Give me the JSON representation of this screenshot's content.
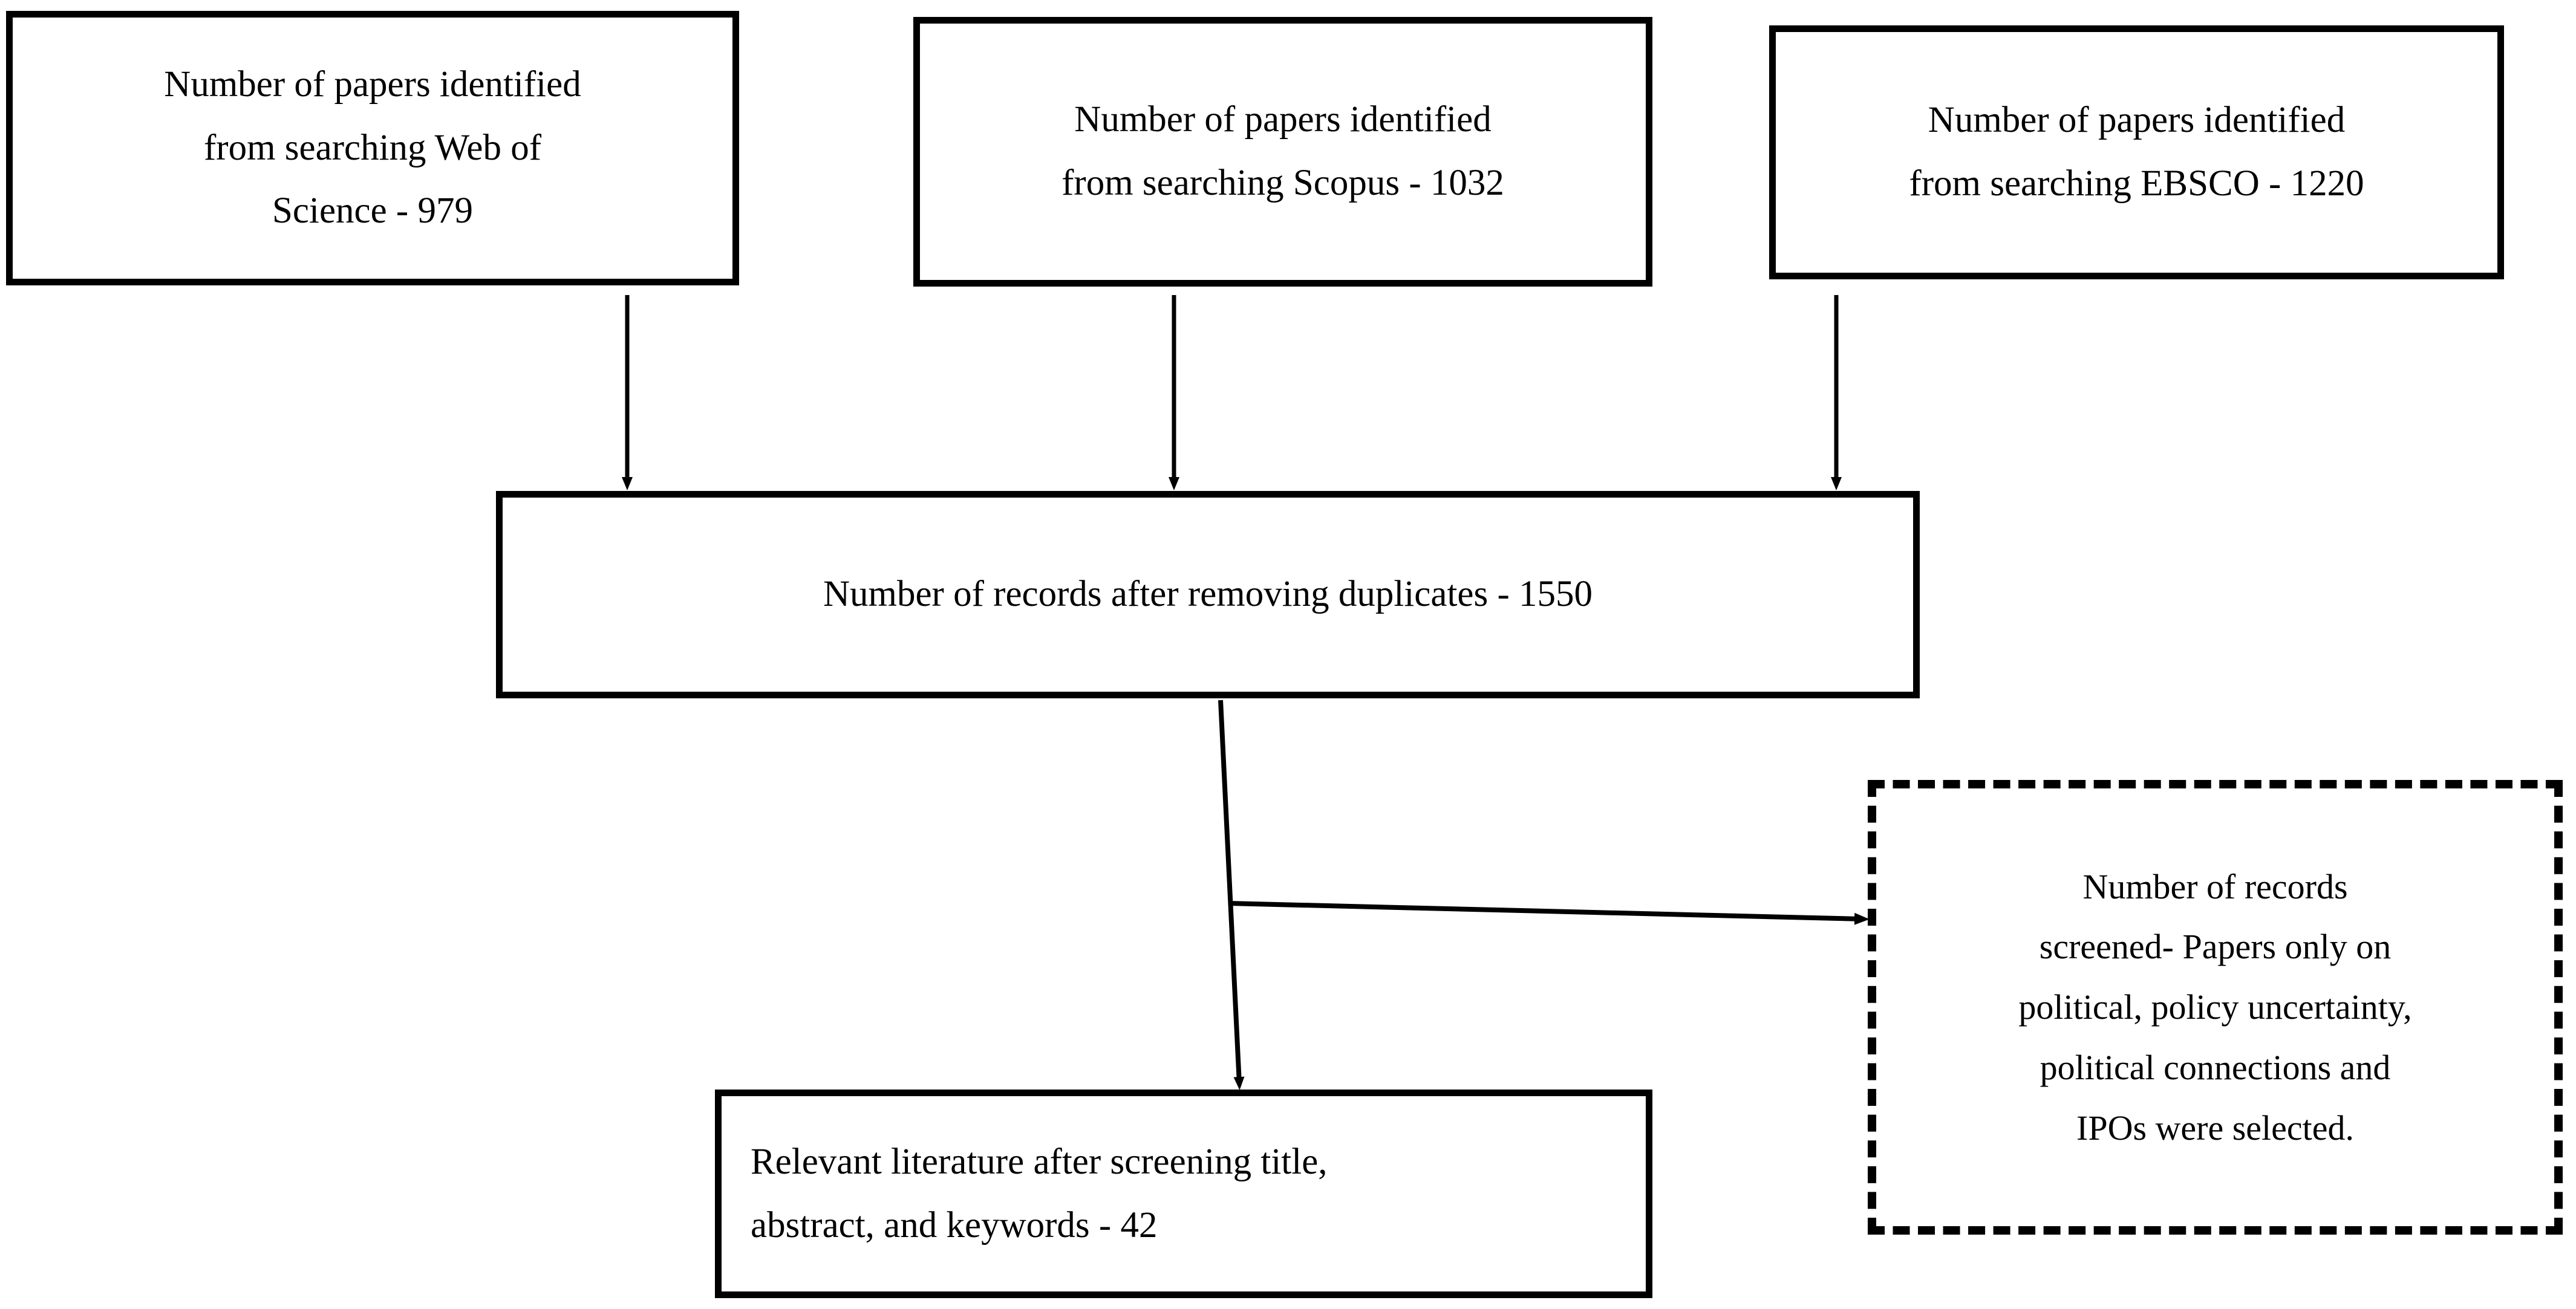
{
  "diagram": {
    "title": "PRISMA-style literature search and screening flow diagram",
    "background_color": "#ffffff",
    "line_color": "#000000",
    "nodes": [
      {
        "id": "web-of-science",
        "shape": "rectangle",
        "border_style": "solid",
        "text": "Number of papers identified\nfrom searching Web of\nScience - 979",
        "count": 979,
        "source": "Web of Science"
      },
      {
        "id": "scopus",
        "shape": "rectangle",
        "border_style": "solid",
        "text": "Number of papers identified\nfrom searching Scopus - 1032",
        "count": 1032,
        "source": "Scopus"
      },
      {
        "id": "ebsco",
        "shape": "rectangle",
        "border_style": "solid",
        "text": "Number of papers identified\nfrom searching EBSCO - 1220",
        "count": 1220,
        "source": "EBSCO"
      },
      {
        "id": "duplicates-removed",
        "shape": "rectangle",
        "border_style": "solid",
        "text": "Number of records after removing duplicates - 1550",
        "count": 1550
      },
      {
        "id": "records-screened",
        "shape": "rectangle",
        "border_style": "dashed",
        "text": "Number of records\nscreened- Papers only on\npolitical, policy uncertainty,\npolitical connections and\nIPOs were selected."
      },
      {
        "id": "relevant-literature",
        "shape": "rectangle",
        "border_style": "solid",
        "text": "Relevant literature after screening title,\nabstract, and keywords - 42",
        "count": 42
      }
    ],
    "edges": [
      {
        "id": "wos-to-dedup",
        "from": "web-of-science",
        "to": "duplicates-removed",
        "style": "solid",
        "arrow": "down"
      },
      {
        "id": "scopus-to-dedup",
        "from": "scopus",
        "to": "duplicates-removed",
        "style": "solid",
        "arrow": "down"
      },
      {
        "id": "ebsco-to-dedup",
        "from": "ebsco",
        "to": "duplicates-removed",
        "style": "solid",
        "arrow": "down"
      },
      {
        "id": "dedup-to-relevant",
        "from": "duplicates-removed",
        "to": "relevant-literature",
        "style": "solid",
        "arrow": "down"
      },
      {
        "id": "dedup-to-screened",
        "from": "duplicates-removed",
        "to": "records-screened",
        "style": "solid",
        "arrow": "right"
      }
    ]
  }
}
